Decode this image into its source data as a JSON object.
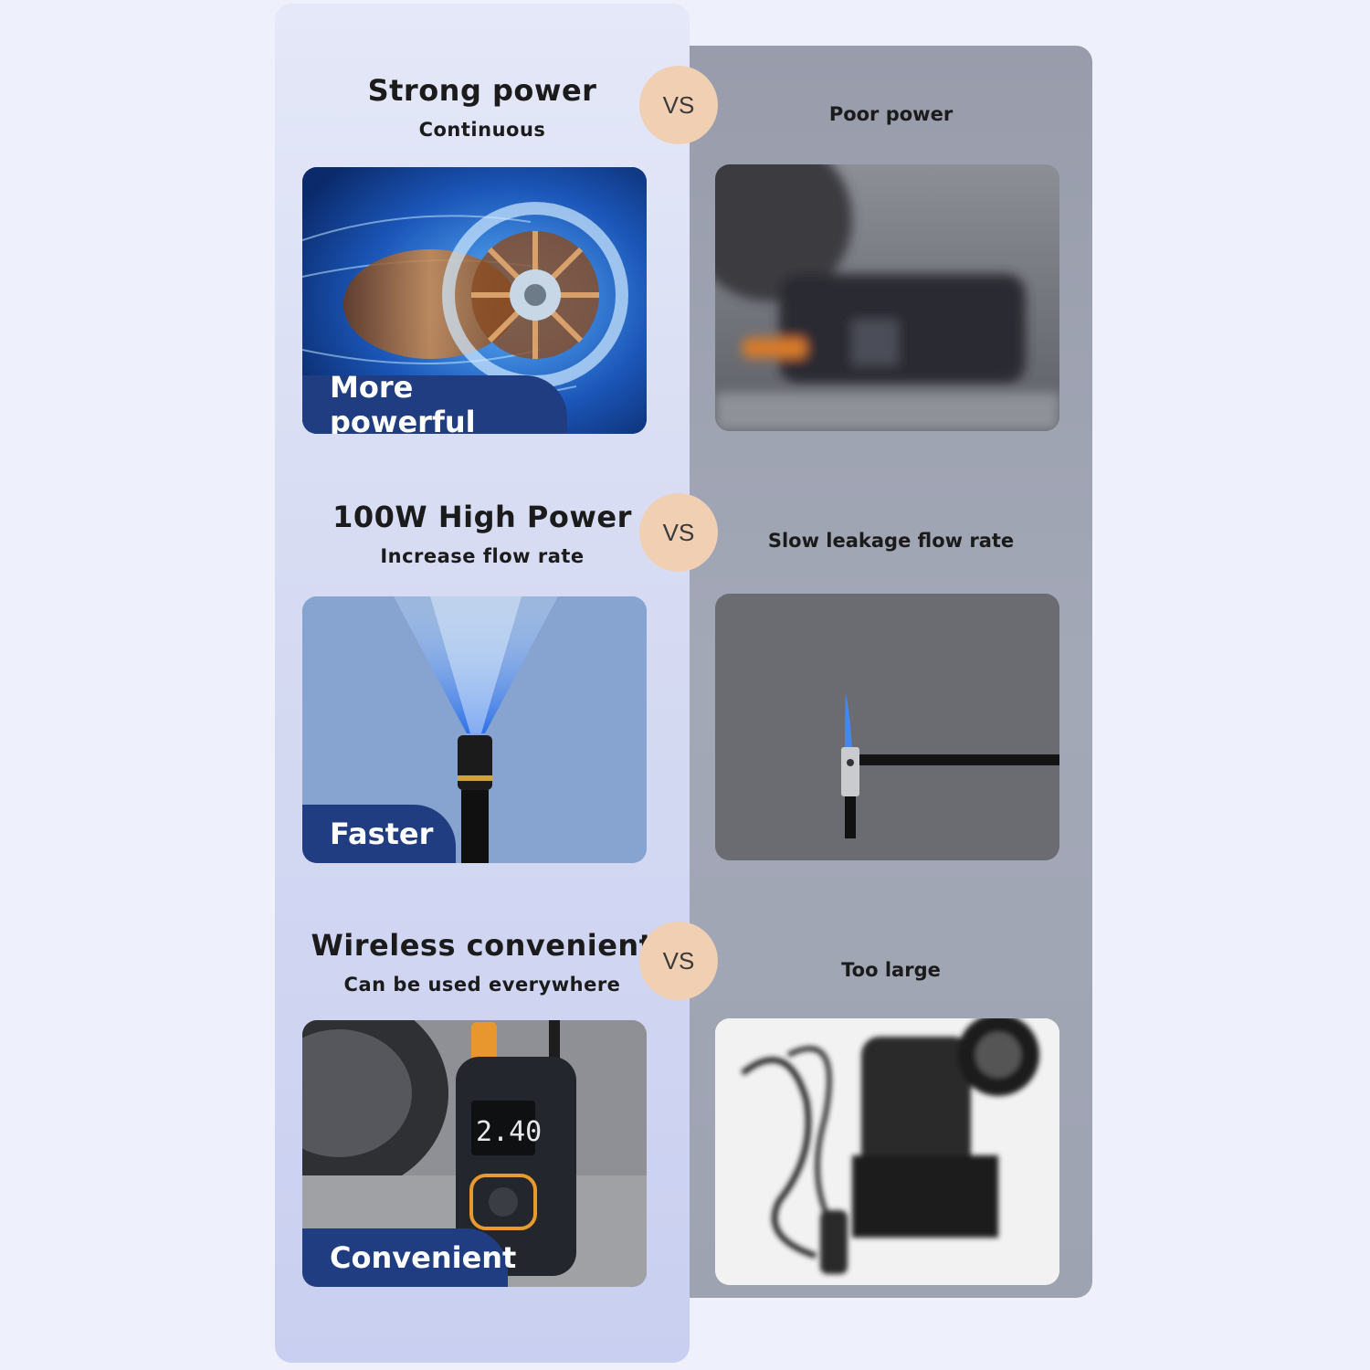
{
  "rows": [
    {
      "left_title": "Strong power",
      "left_subtitle": "Continuous",
      "vs": "VS",
      "right_title": "Poor power",
      "badge": "More powerful"
    },
    {
      "left_title": "100W High Power",
      "left_subtitle": "Increase flow rate",
      "vs": "VS",
      "right_title": "Slow leakage flow rate",
      "badge": "Faster"
    },
    {
      "left_title": "Wireless convenient",
      "left_subtitle": "Can be used everywhere",
      "vs": "VS",
      "right_title": "Too large",
      "badge": "Convenient",
      "display_reading": "2.40"
    }
  ],
  "colors": {
    "badge": "#1f3d80",
    "vs_circle": "#f0cfb3",
    "left_panel": "#d7dcf3",
    "right_panel": "#a3a8b7"
  }
}
